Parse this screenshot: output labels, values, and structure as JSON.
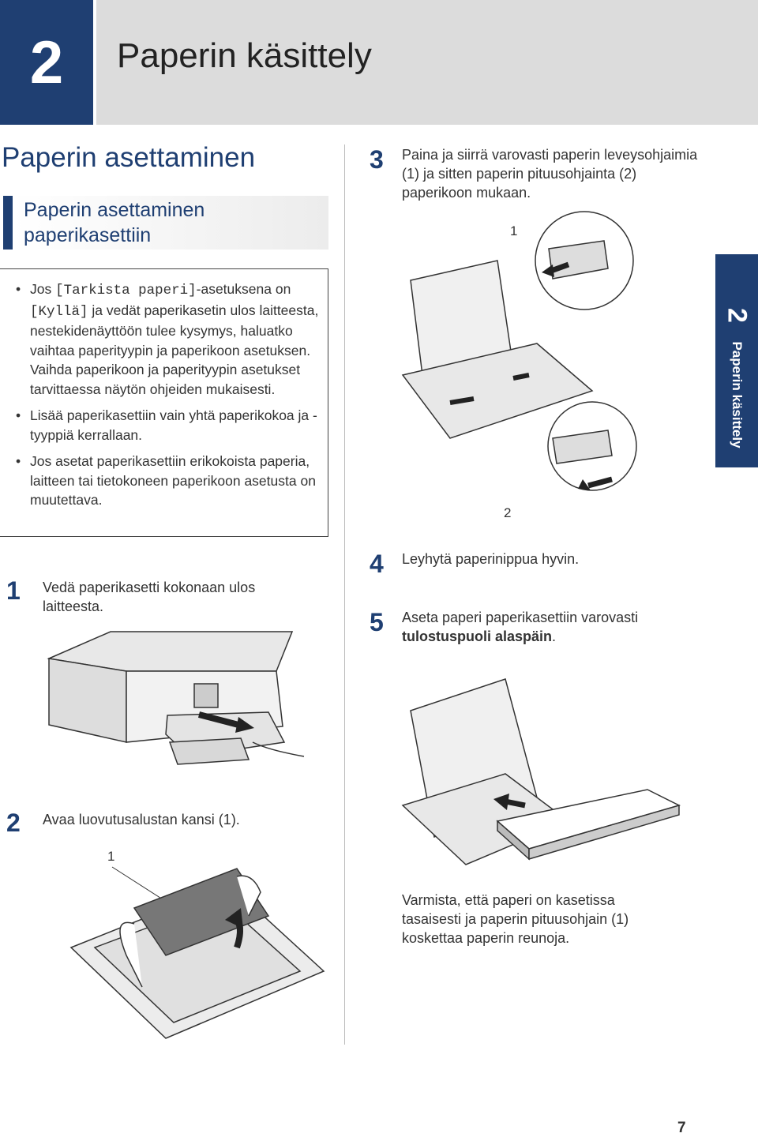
{
  "chapter": {
    "number": "2",
    "title": "Paperin käsittely"
  },
  "section_title": "Paperin asettaminen",
  "subsection_title": [
    "Paperin asettaminen",
    "paperikasettiin"
  ],
  "notes": [
    {
      "pre": "Jos ",
      "code1": "[Tarkista paperi]",
      "mid": "-asetuksena on ",
      "code2": "[Kyllä]",
      "post": " ja vedät paperikasetin ulos laitteesta, nestekidenäyttöön tulee kysymys, haluatko vaihtaa paperityypin ja paperikoon asetuksen. Vaihda paperikoon ja paperityypin asetukset tarvittaessa näytön ohjeiden mukaisesti."
    },
    {
      "text": "Lisää paperikasettiin vain yhtä paperikokoa ja -tyyppiä kerrallaan."
    },
    {
      "text": "Jos asetat paperikasettiin erikokoista paperia, laitteen tai tietokoneen paperikoon asetusta on muutettava."
    }
  ],
  "steps": [
    {
      "num": "1",
      "text": "Vedä paperikasetti kokonaan ulos laitteesta."
    },
    {
      "num": "2",
      "text": "Avaa luovutusalustan kansi (1)."
    },
    {
      "num": "3",
      "text": "Paina ja siirrä varovasti paperin leveysohjaimia (1) ja sitten paperin pituusohjainta (2) paperikoon mukaan."
    },
    {
      "num": "4",
      "text": "Leyhytä paperinippua hyvin."
    },
    {
      "num": "5",
      "text_pre": "Aseta paperi paperikasettiin varovasti ",
      "text_bold": "tulostuspuoli alaspäin",
      "text_post": "."
    }
  ],
  "step5_note": "Varmista, että paperi on kasetissa tasaisesti ja paperin pituusohjain (1) koskettaa paperin reunoja.",
  "callouts": {
    "step2_label": "1",
    "step3_label1": "1",
    "step3_label2": "2"
  },
  "side_tab": {
    "number": "2",
    "text": "Paperin käsittely"
  },
  "page_number": "7",
  "colors": {
    "brand": "#1f3f72",
    "header_gray": "#dcdcdc"
  }
}
